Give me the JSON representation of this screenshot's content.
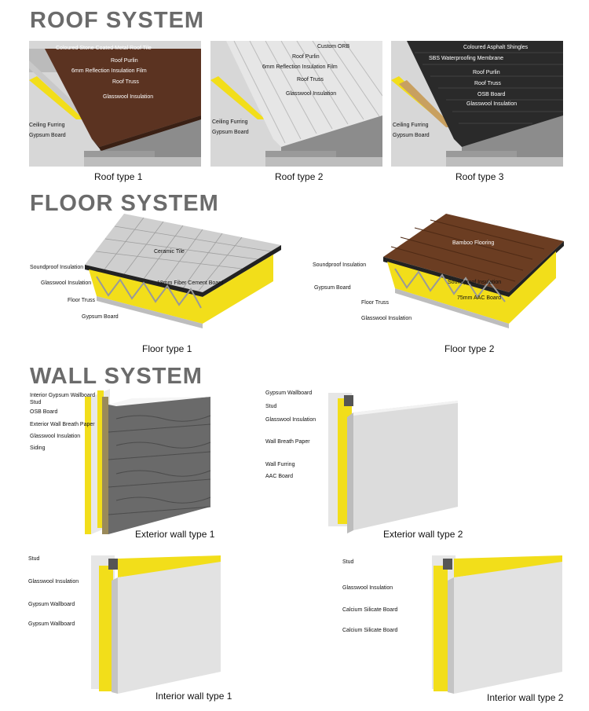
{
  "sections": {
    "roof": "ROOF SYSTEM",
    "floor": "FLOOR SYSTEM",
    "wall": "WALL SYSTEM"
  },
  "roof": [
    {
      "caption": "Roof type 1",
      "labels": [
        "Coloured Stone Coated Metal Roof Tile",
        "Roof Purlin",
        "6mm Reflection Insulation Film",
        "Roof Truss",
        "Glasswool Insulation",
        "Ceiling Furring",
        "Gypsum Board"
      ]
    },
    {
      "caption": "Roof type 2",
      "labels": [
        "Custom ORB",
        "Roof Purlin",
        "6mm Reflection Insulation Film",
        "Roof Truss",
        "Glasswool Insulation",
        "Ceiling Furring",
        "Gypsum Board"
      ]
    },
    {
      "caption": "Roof type 3",
      "labels": [
        "Coloured Asphalt Shingles",
        "SBS Waterproofing Membrane",
        "Roof Purlin",
        "Roof Truss",
        "OSB Board",
        "Glasswool Insulation",
        "Ceiling Furring",
        "Gypsum Board"
      ]
    }
  ],
  "floor": [
    {
      "caption": "Floor  type 1",
      "labels": [
        "Ceramic Tile",
        "Soundproof  Insulation",
        "Glasswool Insulation",
        "18mm Fiber Cement Board",
        "Floor Truss",
        "Gypsum Board"
      ]
    },
    {
      "caption": "Floor  type 2",
      "labels": [
        "Bamboo Flooring",
        "Soundproof Insulation",
        "Soundproof Insulation",
        "Gypsum Board",
        "75mm AAC Board",
        "Floor Truss",
        "Glasswool Insulation"
      ]
    }
  ],
  "wall": [
    {
      "caption": "Exterior wall type 1",
      "labels": [
        "Interior Gypsum Wallboard",
        "Stud",
        "OSB Board",
        "Exterior Wall Breath Paper",
        "Glasswool Insulation",
        "Siding"
      ]
    },
    {
      "caption": "Exterior wall type 2",
      "labels": [
        "Gypsum Wallboard",
        "Stud",
        "Glasswool Insulation",
        "Wall Breath Paper",
        "Wall Furring",
        "AAC Board"
      ]
    },
    {
      "caption": "Interior wall type 1",
      "labels": [
        "Stud",
        "Glasswool Insulation",
        "Gypsum Wallboard",
        "Gypsum Wallboard"
      ]
    },
    {
      "caption": "Interior wall type 2",
      "labels": [
        "Stud",
        "Glasswool Insulation",
        "Calcium Silicate Board",
        "Calcium Silicate Board"
      ]
    }
  ],
  "colors": {
    "heading": "#6b6b6b",
    "glasswool": "#f2de1a",
    "wood": "#6b3d22",
    "wall": "#d9d9d9"
  }
}
